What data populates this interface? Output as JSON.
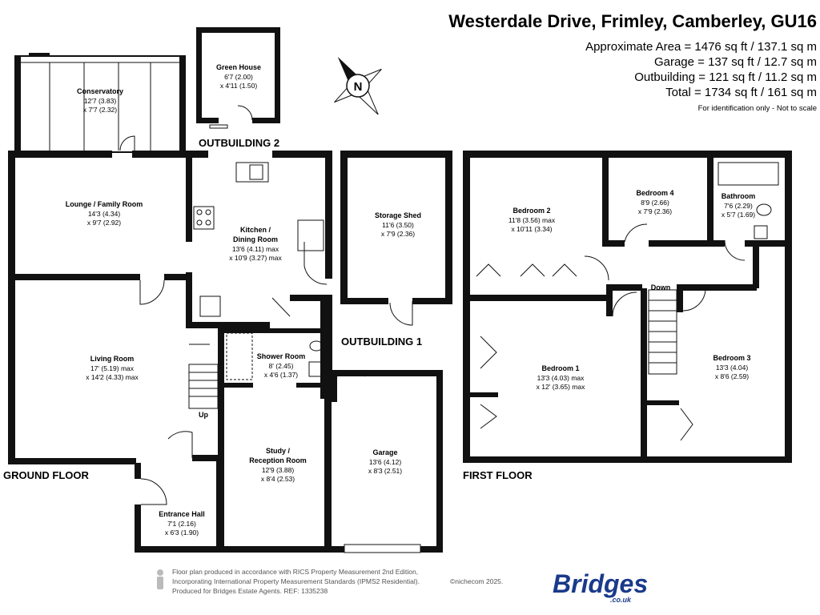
{
  "header": {
    "title": "Westerdale Drive, Frimley, Camberley, GU16",
    "areas": [
      "Approximate Area = 1476 sq ft / 137.1 sq m",
      "Garage = 137 sq ft / 12.7 sq m",
      "Outbuilding = 121 sq ft / 11.2 sq m",
      "Total = 1734 sq ft / 161 sq m"
    ],
    "note": "For identification only - Not to scale"
  },
  "compass": {
    "label": "N"
  },
  "floors": {
    "ground": "GROUND FLOOR",
    "first": "FIRST FLOOR",
    "outbuilding1": "OUTBUILDING 1",
    "outbuilding2": "OUTBUILDING 2"
  },
  "rooms": {
    "conservatory": {
      "name": "Conservatory",
      "dim1": "12'7 (3.83)",
      "dim2": "x 7'7 (2.32)"
    },
    "green_house": {
      "name": "Green House",
      "dim1": "6'7 (2.00)",
      "dim2": "x 4'11 (1.50)"
    },
    "lounge": {
      "name": "Lounge / Family Room",
      "dim1": "14'3 (4.34)",
      "dim2": "x 9'7 (2.92)"
    },
    "kitchen": {
      "name1": "Kitchen /",
      "name2": "Dining Room",
      "dim1": "13'6 (4.11) max",
      "dim2": "x 10'9 (3.27) max"
    },
    "living": {
      "name": "Living Room",
      "dim1": "17' (5.19) max",
      "dim2": "x 14'2 (4.33) max"
    },
    "shower": {
      "name": "Shower Room",
      "dim1": "8' (2.45)",
      "dim2": "x 4'6 (1.37)"
    },
    "study": {
      "name1": "Study /",
      "name2": "Reception Room",
      "dim1": "12'9 (3.88)",
      "dim2": "x 8'4 (2.53)"
    },
    "entrance": {
      "name": "Entrance Hall",
      "dim1": "7'1 (2.16)",
      "dim2": "x 6'3 (1.90)"
    },
    "storage": {
      "name": "Storage Shed",
      "dim1": "11'6 (3.50)",
      "dim2": "x 7'9 (2.36)"
    },
    "garage": {
      "name": "Garage",
      "dim1": "13'6 (4.12)",
      "dim2": "x 8'3 (2.51)"
    },
    "bedroom2": {
      "name": "Bedroom 2",
      "dim1": "11'8 (3.56) max",
      "dim2": "x 10'11 (3.34)"
    },
    "bedroom4": {
      "name": "Bedroom 4",
      "dim1": "8'9 (2.66)",
      "dim2": "x 7'9 (2.36)"
    },
    "bathroom": {
      "name": "Bathroom",
      "dim1": "7'6 (2.29)",
      "dim2": "x 5'7 (1.69)"
    },
    "bedroom1": {
      "name": "Bedroom 1",
      "dim1": "13'3 (4.03) max",
      "dim2": "x 12' (3.65) max"
    },
    "bedroom3": {
      "name": "Bedroom 3",
      "dim1": "13'3 (4.04)",
      "dim2": "x 8'6 (2.59)"
    }
  },
  "stairs": {
    "up": "Up",
    "down": "Down"
  },
  "footer": {
    "line1": "Floor plan produced in accordance with RICS Property Measurement 2nd Edition,",
    "line2": "Incorporating International Property Measurement Standards (IPMS2 Residential).",
    "copyright": "©nichecom 2025.",
    "line3": "Produced for Bridges Estate Agents.   REF:  1335238",
    "brand": "Bridges",
    "brand_sub": ".co.uk",
    "brand_color": "#1a3a8a"
  }
}
